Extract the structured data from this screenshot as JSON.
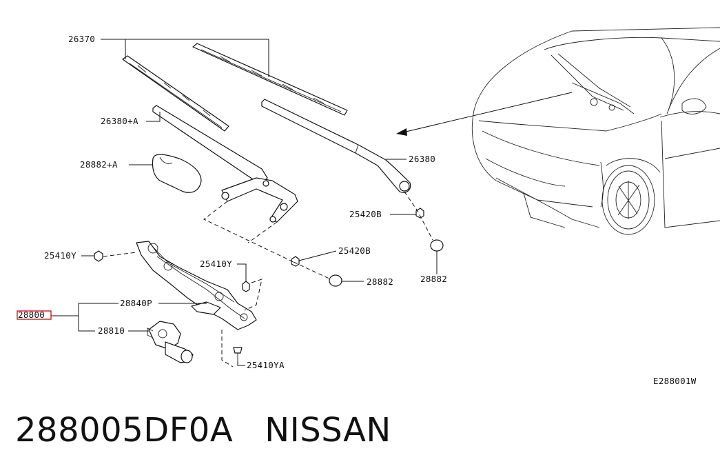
{
  "diagram": {
    "code": "E288001W",
    "labels": {
      "wiper_blade": "26370",
      "wiper_arm_left": "26380+A",
      "wiper_arm_right": "26380",
      "cover_left": "28882+A",
      "cover_right_top": "28882",
      "cover_right_bottom": "28882",
      "nut_arm_right": "25420B",
      "nut_arm_left": "25420B",
      "bolt_left": "25410Y",
      "bolt_center": "25410Y",
      "bolt_bottom": "25410YA",
      "linkage": "28840P",
      "assembly_highlight": "28800",
      "motor": "28810"
    },
    "highlight_color": "#e00000"
  },
  "footer": {
    "part_number": "288005DF0A",
    "brand": "NISSAN"
  }
}
